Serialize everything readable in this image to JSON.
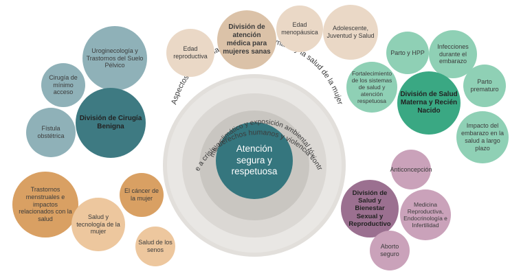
{
  "colors": {
    "teal_light": "#8fb1b8",
    "teal_dark": "#3e7a82",
    "peach": "#ead8c6",
    "peach_dark": "#dbc2a8",
    "green_light": "#8fd0b5",
    "green_dark": "#3aa883",
    "orange_light": "#edc79e",
    "orange_dark": "#d9a063",
    "mauve_light": "#caa2ba",
    "mauve_dark": "#9b7090",
    "ring_outer": "#e9e7e4",
    "ring_2": "#dbd8d4",
    "ring_3": "#c9c6c1",
    "core": "#35767e"
  },
  "center": {
    "label": "Atención segura y respetuosa",
    "ring1": "Aspectos éticos de la reproducción humana y la salud de la mujer",
    "ring2": "Mujeres frente a crisis: derechos humanos y violencia contra las mujeres",
    "ring3": "Cambio climático y exposición ambiental tóxica"
  },
  "cirugia": {
    "division": "División de Cirugía Benigna",
    "items": [
      "Uroginecología y Trastornos del Suelo Pélvico",
      "Cirugía de mínimo acceso",
      "Fístula obstétrica"
    ]
  },
  "atencion_sanas": {
    "division": "División de atención médica para mujeres sanas",
    "items": [
      "Edad reproductiva",
      "Edad menopáusica",
      "Adolescente, Juventud y Salud"
    ]
  },
  "materna": {
    "division": "División de Salud Materna y Recién Nacido",
    "items": [
      "Parto y HPP",
      "Infecciones durante el embarazo",
      "Parto prematuro",
      "Impacto del embarazo en la salud a largo plazo",
      "Fortalecimiento de los sistemas de salud y atención respetuosa"
    ]
  },
  "oncologia": {
    "items": [
      "Trastornos menstruales e impactos relacionados con la salud",
      "El cáncer de la mujer",
      "Salud y tecnología de la mujer",
      "Salud de los senos"
    ]
  },
  "reproductiva": {
    "division": "División de Salud y Bienestar Sexual y Reproductivo",
    "items": [
      "Anticoncepción",
      "Medicina Reproductiva, Endocrinología e Infertilidad",
      "Aborto seguro"
    ]
  }
}
